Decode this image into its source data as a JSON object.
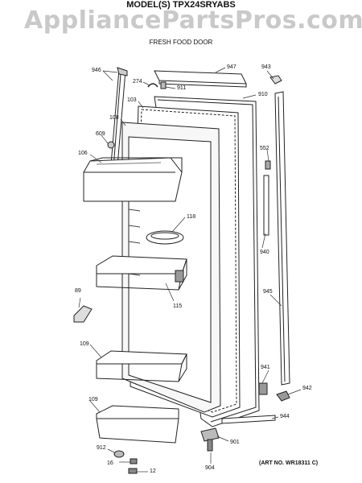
{
  "header": {
    "model": "MODEL(S) TPX24SRYABS",
    "watermark": "AppliancePartsPros.com",
    "subtitle": "FRESH FOOD DOOR"
  },
  "art_number": "(ART NO. WR18311 C)",
  "callouts": [
    {
      "id": "946",
      "label": "946"
    },
    {
      "id": "947",
      "label": "947"
    },
    {
      "id": "943",
      "label": "943"
    },
    {
      "id": "274",
      "label": "274"
    },
    {
      "id": "911",
      "label": "911"
    },
    {
      "id": "910",
      "label": "910"
    },
    {
      "id": "103",
      "label": "103"
    },
    {
      "id": "108",
      "label": "108"
    },
    {
      "id": "609",
      "label": "609"
    },
    {
      "id": "552",
      "label": "552"
    },
    {
      "id": "106",
      "label": "106"
    },
    {
      "id": "118",
      "label": "118"
    },
    {
      "id": "940",
      "label": "940"
    },
    {
      "id": "89",
      "label": "89"
    },
    {
      "id": "115",
      "label": "115"
    },
    {
      "id": "945",
      "label": "945"
    },
    {
      "id": "109a",
      "label": "109"
    },
    {
      "id": "941",
      "label": "941"
    },
    {
      "id": "942",
      "label": "942"
    },
    {
      "id": "109b",
      "label": "109"
    },
    {
      "id": "944",
      "label": "944"
    },
    {
      "id": "901",
      "label": "901"
    },
    {
      "id": "912",
      "label": "912"
    },
    {
      "id": "16",
      "label": "16"
    },
    {
      "id": "12",
      "label": "12"
    },
    {
      "id": "904",
      "label": "904"
    }
  ]
}
